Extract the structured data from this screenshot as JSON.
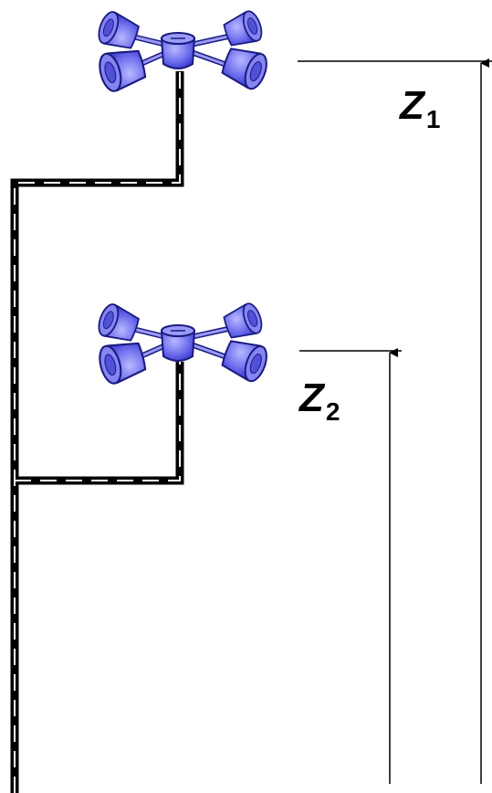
{
  "labels": {
    "z1": {
      "main": "Z",
      "subscript": "1"
    },
    "z2": {
      "main": "Z",
      "subscript": "2"
    }
  },
  "colors": {
    "line": "#000000",
    "cup_fill": "#7070ee",
    "cup_dark": "#3a3ad0",
    "cup_edge": "#1a1a80",
    "pole_core": "#ffffff",
    "pole_edge": "#000000",
    "background": "#ffffff"
  },
  "icons": {
    "anemometer_top": "cup-anemometer-icon",
    "anemometer_bottom": "cup-anemometer-icon"
  }
}
